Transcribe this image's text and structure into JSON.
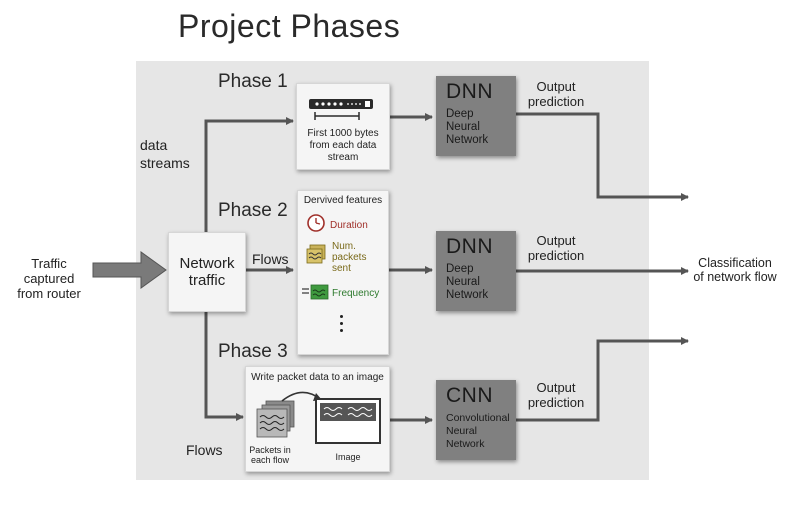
{
  "title": "Project Phases",
  "input": {
    "label": "Traffic captured from router"
  },
  "network_box": {
    "label": "Network traffic"
  },
  "branches": {
    "data_streams": "data streams",
    "flows_middle": "Flows",
    "flows_bottom": "Flows"
  },
  "phases": [
    {
      "label": "Phase 1",
      "box_text": "First 1000 bytes from each data stream",
      "model": {
        "abbr": "DNN",
        "name": "Deep Neural Network"
      },
      "output": "Output prediction"
    },
    {
      "label": "Phase 2",
      "box_title": "Dervived features",
      "features": [
        {
          "label": "Duration",
          "icon": "clock-icon",
          "color": "#a0302a"
        },
        {
          "label": "Num. packets sent",
          "icon": "packets-icon",
          "color": "#7a6a1a"
        },
        {
          "label": "Frequency",
          "icon": "frequency-icon",
          "color": "#2e7a2e"
        }
      ],
      "model": {
        "abbr": "DNN",
        "name": "Deep Neural Network"
      },
      "output": "Output prediction"
    },
    {
      "label": "Phase 3",
      "box_title": "Write packet data to an image",
      "packets_label": "Packets in each flow",
      "image_label": "Image",
      "model": {
        "abbr": "CNN",
        "name": "Convolutional Neural Network"
      },
      "output": "Output prediction"
    }
  ],
  "final_output": "Classification of network flow",
  "colors": {
    "arrow": "#555555",
    "panel": "#e6e6e6",
    "model": "#808080"
  }
}
